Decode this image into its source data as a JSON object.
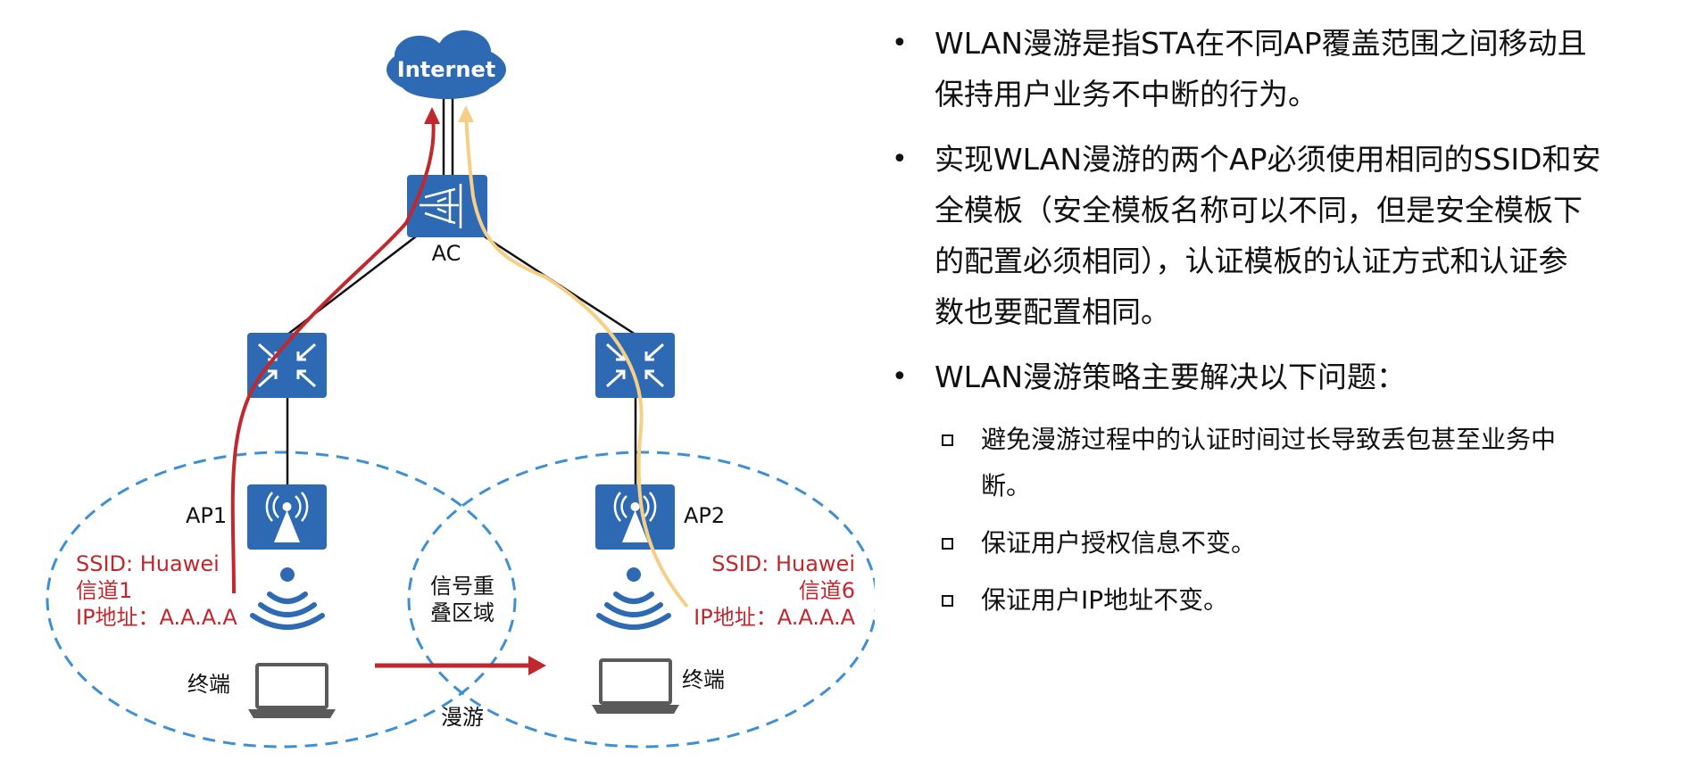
{
  "diagram": {
    "internet_label": "Internet",
    "ac_label": "AC",
    "ap1_label": "AP1",
    "ap2_label": "AP2",
    "left_cell": {
      "ssid": "SSID: Huawei",
      "channel": "信道1",
      "ip": "IP地址：A.A.A.A"
    },
    "right_cell": {
      "ssid": "SSID: Huawei",
      "channel": "信道6",
      "ip": "IP地址：A.A.A.A"
    },
    "overlap_label_line1": "信号重",
    "overlap_label_line2": "叠区域",
    "terminal_left": "终端",
    "terminal_right": "终端",
    "roam_label": "漫游",
    "colors": {
      "device_blue": "#2e6ab3",
      "cell_dash": "#3d8fd6",
      "path_red": "#c0282d",
      "path_yellow": "#f6cf86",
      "wire": "#111111"
    }
  },
  "bullets": [
    {
      "lines": [
        "WLAN漫游是指STA在不同AP覆盖范围之间移动且",
        "保持用户业务不中断的行为。"
      ]
    },
    {
      "lines": [
        "实现WLAN漫游的两个AP必须使用相同的SSID和安",
        "全模板（安全模板名称可以不同，但是安全模板下",
        "的配置必须相同），认证模板的认证方式和认证参",
        "数也要配置相同。"
      ]
    },
    {
      "lines": [
        "WLAN漫游策略主要解决以下问题："
      ],
      "sub_items": [
        {
          "lines": [
            "避免漫游过程中的认证时间过长导致丢包甚至业务中",
            "断。"
          ]
        },
        {
          "lines": [
            "保证用户授权信息不变。"
          ]
        },
        {
          "lines": [
            "保证用户IP地址不变。"
          ]
        }
      ]
    }
  ]
}
